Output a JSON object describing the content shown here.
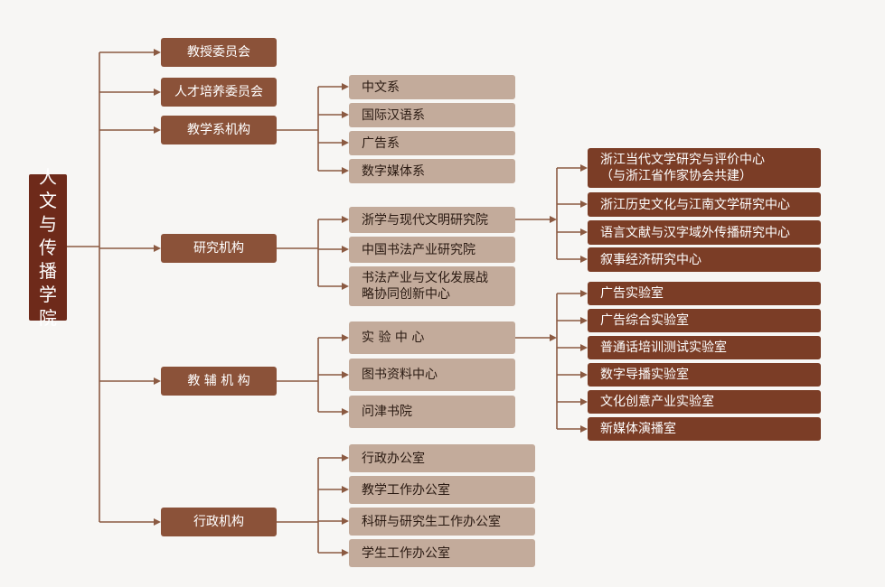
{
  "root": "人文与传播学院",
  "level1": [
    "教授委员会",
    "人才培养委员会",
    "教学系机构",
    "研究机构",
    "教 辅 机 构",
    "行政机构"
  ],
  "departments": [
    "中文系",
    "国际汉语系",
    "广告系",
    "数字媒体系"
  ],
  "research": [
    "浙学与现代文明研究院",
    "中国书法产业研究院",
    "书法产业与文化发展战\n略协同创新中心"
  ],
  "research_centers": [
    "浙江当代文学研究与评价中心\n（与浙江省作家协会共建）",
    "浙江历史文化与江南文学研究中心",
    "语言文献与汉字域外传播研究中心",
    "叙事经济研究中心"
  ],
  "support": [
    "实 验 中 心",
    "图书资料中心",
    "问津书院"
  ],
  "labs": [
    "广告实验室",
    "广告综合实验室",
    "普通话培训测试实验室",
    "数字导播实验室",
    "文化创意产业实验室",
    "新媒体演播室"
  ],
  "admin": [
    "行政办公室",
    "教学工作办公室",
    "科研与研究生工作办公室",
    "学生工作办公室"
  ],
  "colors": {
    "root": "#6e2a1a",
    "level1": "#8b5239",
    "level2": "#c3ab9b",
    "level3": "#7b3d26",
    "connector": "#8b5a42"
  }
}
